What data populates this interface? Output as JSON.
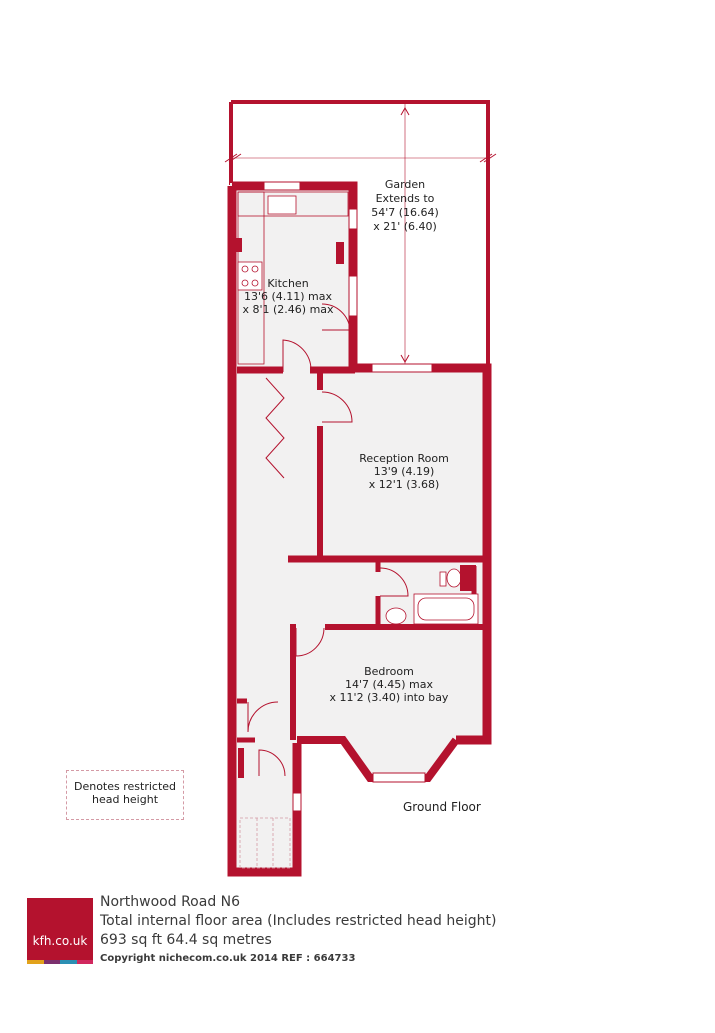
{
  "colors": {
    "wall": "#b4122e",
    "floor": "#f2f1f1",
    "text": "#222222"
  },
  "rooms": {
    "garden": {
      "name": "Garden",
      "line2": "Extends to",
      "dim1": "54'7 (16.64)",
      "dim2": "x 21' (6.40)"
    },
    "kitchen": {
      "name": "Kitchen",
      "dim1": "13'6 (4.11) max",
      "dim2": "x 8'1 (2.46) max"
    },
    "reception": {
      "name": "Reception Room",
      "dim1": "13'9 (4.19)",
      "dim2": "x 12'1 (3.68)"
    },
    "bedroom": {
      "name": "Bedroom",
      "dim1": "14'7 (4.45) max",
      "dim2": "x 11'2 (3.40) into bay"
    }
  },
  "legend": {
    "line1": "Denotes restricted",
    "line2": "head height"
  },
  "floor_label": "Ground Floor",
  "footer": {
    "title": "Northwood Road  N6",
    "area_label": "Total internal floor area (Includes restricted head height)",
    "area_value": "693 sq ft 64.4 sq metres",
    "copyright": "Copyright nichecom.co.uk 2014     REF : 664733"
  },
  "logo": {
    "text": "kfh.co.uk",
    "bar_colors": [
      "#e2a21b",
      "#7b2f6e",
      "#2b8fb3",
      "#d1285e"
    ]
  }
}
